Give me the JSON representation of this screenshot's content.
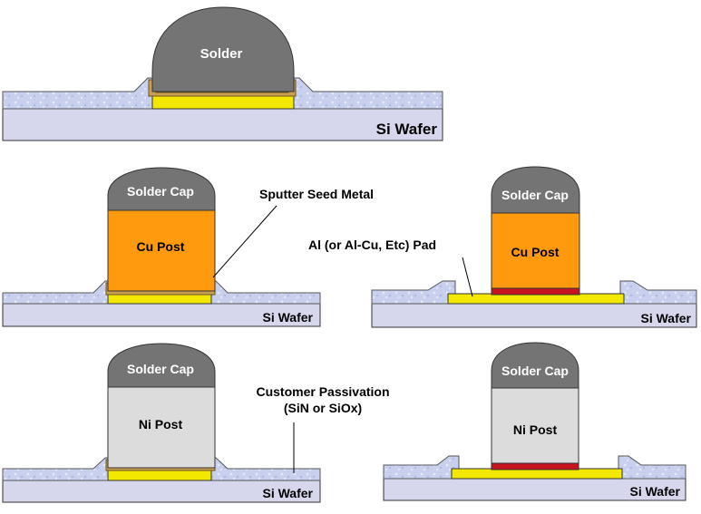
{
  "labels": {
    "solder": "Solder",
    "solder_cap": "Solder Cap",
    "cu_post": "Cu Post",
    "ni_post": "Ni Post",
    "si_wafer": "Si Wafer",
    "sputter_seed_metal": "Sputter Seed Metal",
    "al_pad": "Al (or Al-Cu, Etc) Pad",
    "customer_passivation_line1": "Customer Passivation",
    "customer_passivation_line2": "(SiN  or SiOx)"
  },
  "colors": {
    "solder": "#747474",
    "cu_post": "#ff9a0e",
    "ni_post": "#dcdcdc",
    "si_wafer": "#d6d6ec",
    "passivation": "#c9d0ec",
    "pad": "#f2e800",
    "seed_metal": "#c8a050",
    "ubm_red": "#c8141e",
    "outline": "#333333"
  }
}
